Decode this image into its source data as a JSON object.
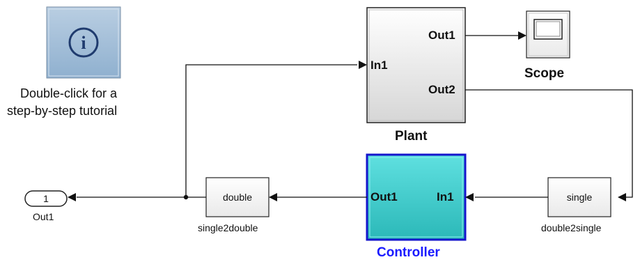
{
  "info_block": {
    "icon": "info-icon",
    "icon_glyph": "i",
    "caption_line1": "Double-click for a",
    "caption_line2": "step-by-step tutorial"
  },
  "plant": {
    "name": "Plant",
    "in_port": "In1",
    "out_port1": "Out1",
    "out_port2": "Out2"
  },
  "scope": {
    "name": "Scope",
    "icon": "scope-icon"
  },
  "controller": {
    "name": "Controller",
    "in_port": "In1",
    "out_port": "Out1",
    "color": "#33cccc",
    "name_color": "#1a1aff"
  },
  "single2double": {
    "content": "double",
    "name": "single2double"
  },
  "double2single": {
    "content": "single",
    "name": "double2single"
  },
  "outport": {
    "number": "1",
    "name": "Out1"
  }
}
